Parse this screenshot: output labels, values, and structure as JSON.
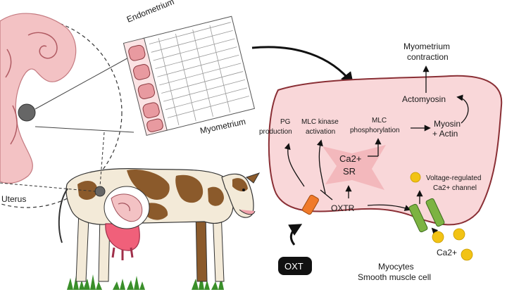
{
  "labels": {
    "endometrium": "Endometrium",
    "myometrium": "Myometrium",
    "uterus": "Uterus",
    "myometrium_contraction_line1": "Myometrium",
    "myometrium_contraction_line2": "contraction",
    "actomyosin": "Actomyosin",
    "myosin_actin_line1": "Myosin",
    "myosin_actin_line2": "+ Actin",
    "mlc_phos_line1": "MLC",
    "mlc_phos_line2": "phosphorylation",
    "mlc_kinase_line1": "MLC kinase",
    "mlc_kinase_line2": "activation",
    "pg_line1": "PG",
    "pg_line2": "production",
    "ca2_sr": "Ca2+",
    "sr": "SR",
    "oxtr": "OXTR",
    "voltage_line1": "Voltage-regulated",
    "voltage_line2": "Ca2+ channel",
    "ca2_out": "Ca2+",
    "oxt": "OXT",
    "myocytes_line1": "Myocytes",
    "myocytes_line2": "Smooth muscle cell"
  },
  "colors": {
    "cell_fill": "#f9d7d9",
    "cell_stroke": "#8a2f35",
    "uterus_pink": "#f3c2c4",
    "cow_brown": "#8b5a2b",
    "udder": "#f0607a",
    "receptor_orange": "#f07a2a",
    "channel_green": "#7cb342",
    "calcium_yellow": "#f2c314",
    "grass": "#3a8f2a"
  }
}
